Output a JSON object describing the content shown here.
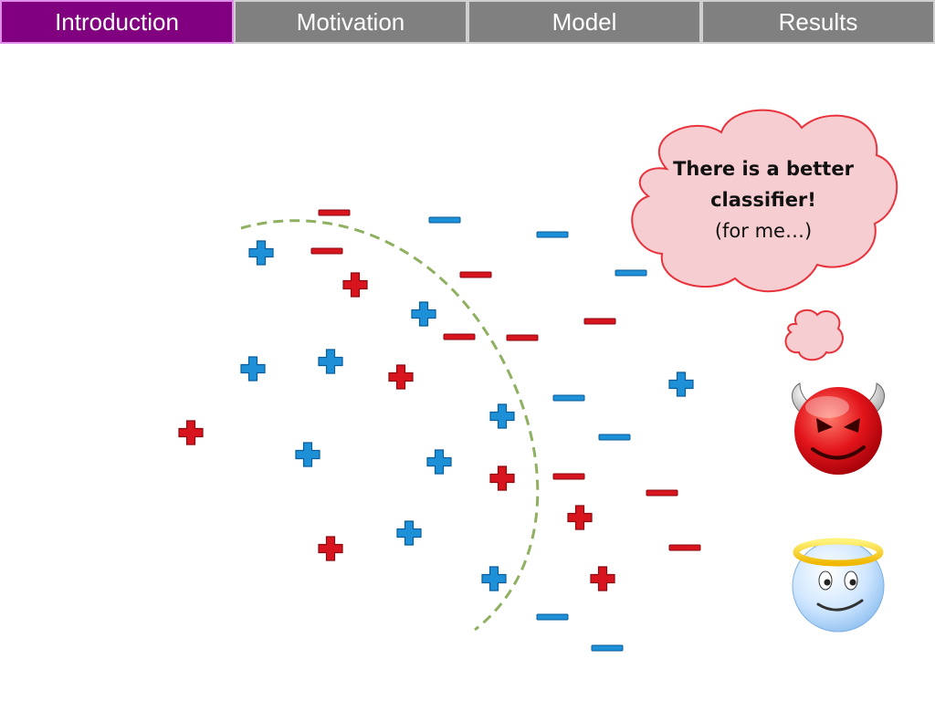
{
  "nav": {
    "tabs": [
      {
        "label": "Introduction",
        "active": true
      },
      {
        "label": "Motivation",
        "active": false
      },
      {
        "label": "Model",
        "active": false
      },
      {
        "label": "Results",
        "active": false
      }
    ]
  },
  "thought_cloud": {
    "line1": "There is a better",
    "line2": "classifier!",
    "line3": "(for me…)"
  },
  "colors": {
    "active_tab": "#800080",
    "inactive_tab": "#808080",
    "blue_point": "#1e90d8",
    "red_point": "#d8141e",
    "boundary": "#8fb060",
    "cloud_fill": "#f6cdd0",
    "cloud_stroke": "#e8323c"
  },
  "icons": [
    "plus-icon",
    "minus-icon",
    "devil-face-icon",
    "angel-face-icon",
    "thought-cloud-icon"
  ]
}
